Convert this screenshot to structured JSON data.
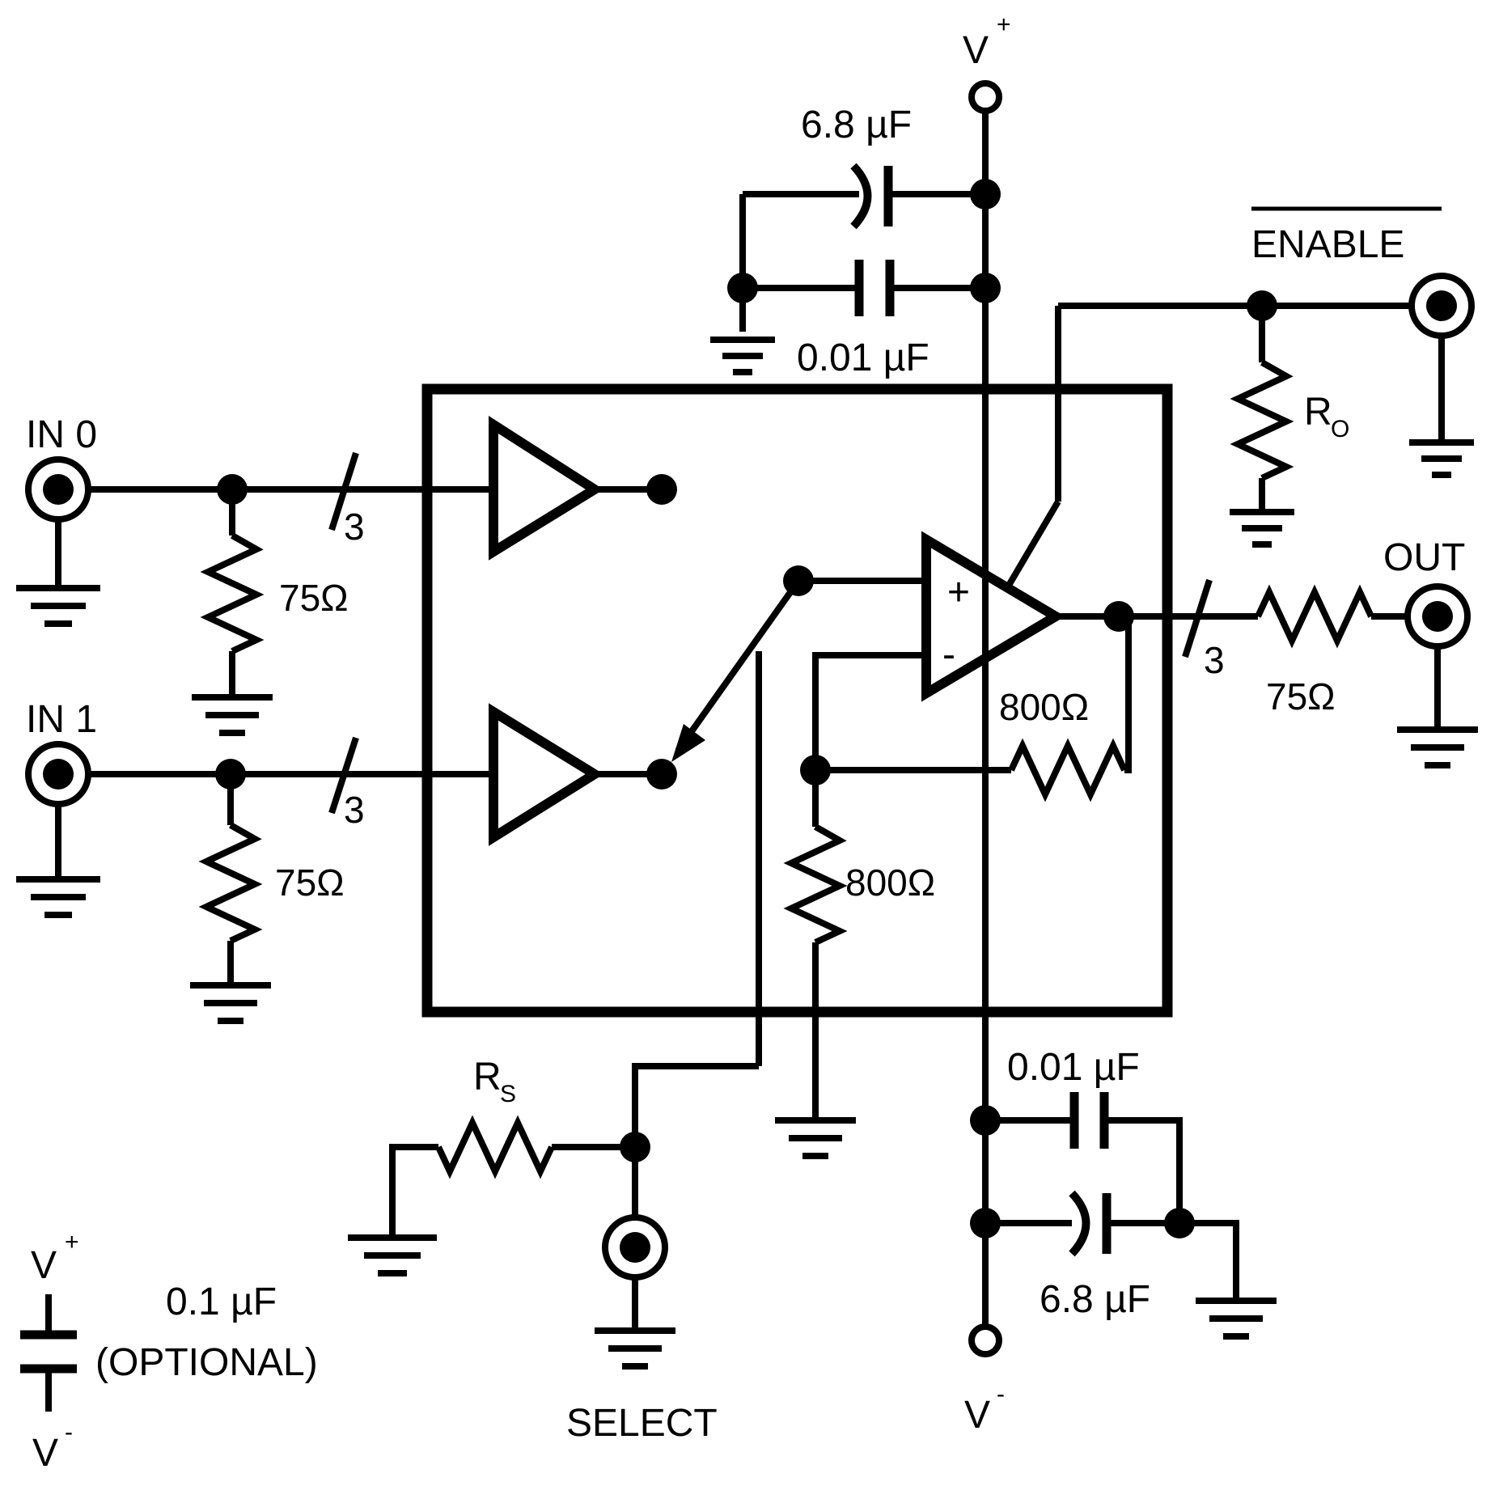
{
  "labels": {
    "vplus_top": "V",
    "vplus_top_sup": "+",
    "cap_top_electrolytic": "6.8 µF",
    "cap_top_ceramic": "0.01 µF",
    "enable": "ENABLE",
    "ro": "R",
    "ro_sub": "O",
    "in0": "IN 0",
    "in1": "IN 1",
    "in0_resistor": "75Ω",
    "in1_resistor": "75Ω",
    "in0_bus_width": "3",
    "in1_bus_width": "3",
    "out_bus_width": "3",
    "out": "OUT",
    "out_resistor": "75Ω",
    "fb_resistor": "800Ω",
    "gnd_resistor": "800Ω",
    "opamp_plus": "+",
    "opamp_minus": "-",
    "rs": "R",
    "rs_sub": "S",
    "select": "SELECT",
    "cap_bot_ceramic": "0.01 µF",
    "cap_bot_electrolytic": "6.8 µF",
    "vminus_bot": "V",
    "vminus_bot_sup": "-",
    "legend_vplus": "V",
    "legend_vplus_sup": "+",
    "legend_cap": "0.1 µF",
    "legend_optional": "(OPTIONAL)",
    "legend_vminus": "V",
    "legend_vminus_sup": "-"
  },
  "colors": {
    "wire": "#000000",
    "background": "#ffffff"
  }
}
